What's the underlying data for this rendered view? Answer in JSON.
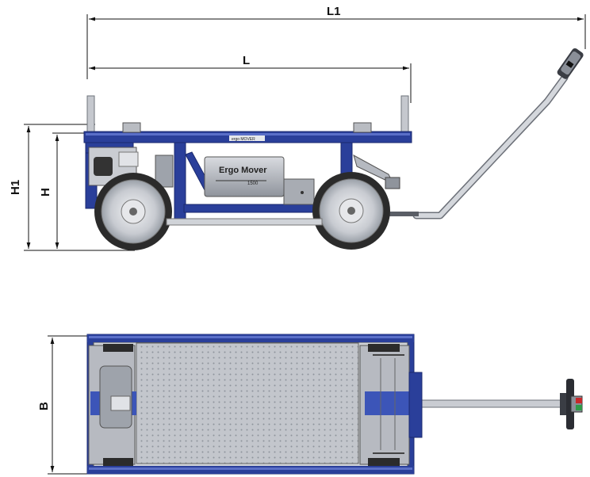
{
  "dimensions": {
    "overall_length": "L1",
    "length": "L",
    "overall_height": "H1",
    "height": "H",
    "width": "B"
  },
  "product": {
    "name": "Ergo Mover",
    "model": "1500",
    "rail_badge": "ergo MOVER"
  },
  "colors": {
    "frame_blue": "#2a3f9a",
    "frame_dark": "#1b2a6e",
    "tire": "#2b2b2b",
    "hub": "#d7d9de",
    "deck": "#b9bcc2",
    "panel": "#9a9ea6",
    "handle": "#c9ccd2",
    "accent_red": "#c8282a",
    "accent_green": "#2f9a48"
  }
}
